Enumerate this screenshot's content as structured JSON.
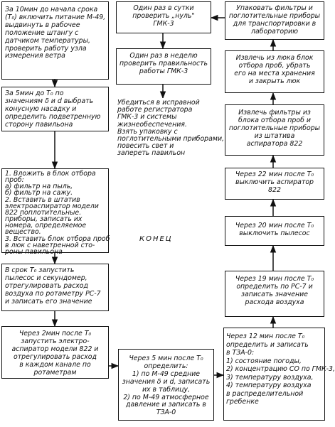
{
  "blocks": {
    "b1": [
      "За 10мин до начала срока",
      "(Т₀) включить питание М-49,",
      "выдвинуть в рабочее",
      "положение штангу с",
      "датчиком температуры,",
      "проверить работу узла",
      "измерения ветра"
    ],
    "b2": [
      "За 5мин до Т₀ по",
      "значениям δ и d выбрать",
      "конусную насадку и",
      "определить подветренную",
      "сторону павильона"
    ],
    "b3": [
      "1. Вложить в блок отбора",
      "проб:",
      "а) фильтр на пыль,",
      "б) фильтр на сажу.",
      "2. Вставить в штатив",
      "электроаспиратор модели",
      "822 поплотительные.",
      "приборы, записать их",
      "номера, определяемое",
      "вещество.",
      "3. Вставить блок отбора проб",
      "в люк с наветренной сто-",
      "роны павильона"
    ],
    "b4": [
      "В срок Т₀ запустить",
      "пылесос и секундомер,",
      "отрегулировать расход",
      "воздуха по ротаметру РС-7",
      "и записать его значение"
    ],
    "b5": [
      "Через 2мин после Т₀",
      "запустить электро-",
      "аспиратор модели 822 и",
      "отрегулировать расход",
      "в каждом канале по",
      "ротаметрам"
    ],
    "c1": [
      "Один раз в сутки",
      "проверить „нуль\"",
      "ГМК-3"
    ],
    "c2": [
      "Один раз в неделю",
      "проверить правильность",
      "работы ГМК-3"
    ],
    "c3": [
      "Убедиться в исправной",
      "работе регистратора",
      "ГМК-3 и системы",
      "жизнеобеспечения.",
      "Взять упаковку с",
      "поглотительными приборами,",
      "повесить свет и",
      "запереть павильон"
    ],
    "c5": [
      "Через 5 мин после Т₀",
      "определить:",
      "1) по М-49 средние",
      "значения δ и d, записать",
      "их в таблицу,",
      "2) по М-49 атмосферное",
      "давление и записать в",
      "ТЗА-0"
    ],
    "r1": [
      "Упаковать фильтры и",
      "поглотительные приборы",
      "для транспортировки в",
      "лабораторию"
    ],
    "r2": [
      "Извлечь из люка блок",
      "отбора проб, убрать",
      "его на места хранения",
      "и закрыть люк"
    ],
    "r3": [
      "Извлечь фильтры из",
      "блока отбора проб и",
      "поглотительные приборы",
      "из штатива",
      "аспиратора 822"
    ],
    "r4": [
      "Через 22 мин после Т₀",
      "выключить аспиратор",
      "822"
    ],
    "r5": [
      "Через 20 мин после Т₀",
      "выключить пылесос"
    ],
    "r6": [
      "Через 19 мин после Т₀",
      "определить по РС-7 и",
      "записать значение",
      "расхода воздуха"
    ],
    "r7": [
      "Через 12 мин после Т₀",
      "определить и записать",
      "в ТЗА-0:",
      "1) состояние погоды,",
      "2) концентрацию СО по ГМК-3,",
      "3) температуру воздуха,",
      "4) температуру воздуха",
      "в распределительной",
      "гребенке"
    ]
  },
  "end_label": "КОНЕЦ",
  "colors": {
    "ink": "#111111",
    "background": "#ffffff"
  }
}
